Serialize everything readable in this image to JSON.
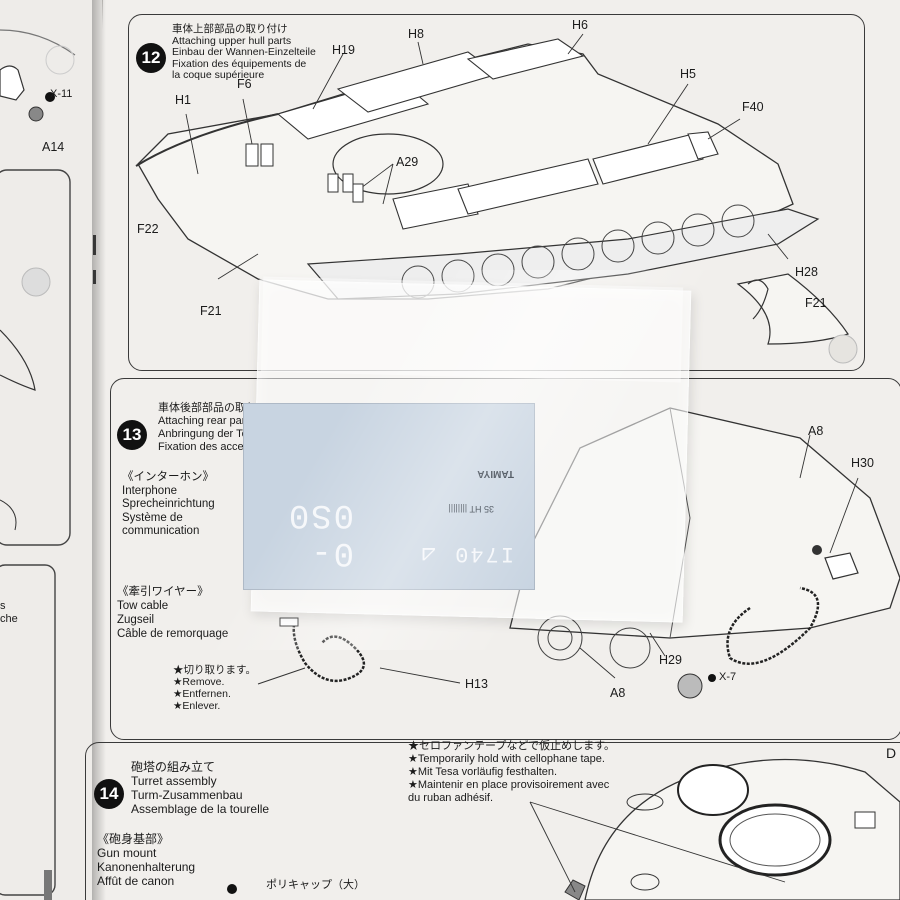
{
  "left_page": {
    "labels": [
      "X-11",
      "A14",
      "s",
      "che"
    ]
  },
  "step12": {
    "number": "12",
    "title_lines": [
      "車体上部部品の取り付け",
      "Attaching upper hull parts",
      "Einbau der Wannen-Einzelteile",
      "Fixation des équipements de",
      "la coque supérieure"
    ],
    "parts": [
      "H8",
      "H6",
      "H19",
      "H1",
      "F6",
      "H5",
      "F40",
      "A29",
      "F22",
      "F21",
      "H28",
      "F21"
    ]
  },
  "step13": {
    "number": "13",
    "title_lines": [
      "車体後部部品の取り",
      "Attaching rear panel",
      "Anbringung der Teile",
      "Fixation des access"
    ],
    "interphone_lines": [
      "《インターホン》",
      "Interphone",
      "Sprecheinrichtung",
      "Système de",
      "communication"
    ],
    "tow_lines": [
      "《牽引ワイヤー》",
      "Tow cable",
      "Zugseil",
      "Câble de remorquage"
    ],
    "remove_lines": [
      "★切り取ります。",
      "★Remove.",
      "★Entfernen.",
      "★Enlever."
    ],
    "parts": [
      "A8",
      "H30",
      "H13",
      "H29",
      "X-7",
      "A8"
    ]
  },
  "step14": {
    "number": "14",
    "title_lines": [
      "砲塔の組み立て",
      "Turret assembly",
      "Turm-Zusammenbau",
      "Assemblage de la tourelle"
    ],
    "gun_lines": [
      "《砲身基部》",
      "Gun mount",
      "Kanonenhalterung",
      "Affût de canon"
    ],
    "polycap": "ポリキャップ（大）",
    "tape_lines": [
      "★セロファンテープなどで仮止めします。",
      "★Temporarily hold with cellophane tape.",
      "★Mit Tesa vorläufig festhalten.",
      "★Maintenir en place provisoirement avec",
      "du ruban adhésif."
    ],
    "parts": [
      "D"
    ]
  }
}
